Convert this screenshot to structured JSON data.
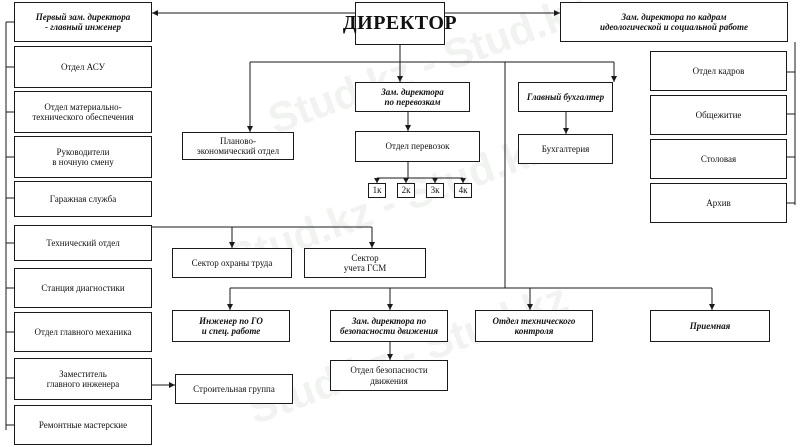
{
  "director": "ДИРЕКТОР",
  "top_left": "Первый зам. директора\n- главный инженер",
  "top_right": "Зам. директора по кадрам\nидеологической и социальной работе",
  "left_column": [
    "Отдел АСУ",
    "Отдел материально-\nтехнического обеспечения",
    "Руководители\nв ночную смену",
    "Гаражная служба",
    "Технический отдел",
    "Станция диагностики",
    "Отдел главного механика",
    "Заместитель\nглавного инженера",
    "Ремонтные мастерские"
  ],
  "right_column": [
    "Отдел кадров",
    "Общежитие",
    "Столовая",
    "Архив"
  ],
  "planning": "Планово-\nэкономический отдел",
  "deputy_transport": "Зам. директора\nпо перевозкам",
  "transport_dept": "Отдел перевозок",
  "columns": [
    "1к",
    "2к",
    "3к",
    "4к"
  ],
  "chief_accountant": "Главный бухгалтер",
  "accounting": "Бухгалтерия",
  "labor_safety": "Сектор охраны труда",
  "fuel_sector": "Сектор\nучета ГСМ",
  "engineer_go": "Инженер по ГО\nи спец. работе",
  "deputy_safety": "Зам. директора по\nбезопасности движения",
  "safety_dept": "Отдел безопасности\nдвижения",
  "tech_control": "Отдел технического\nконтроля",
  "reception": "Приемная",
  "construction": "Строительная группа",
  "watermark": "Stud.kz - Stud.kz"
}
